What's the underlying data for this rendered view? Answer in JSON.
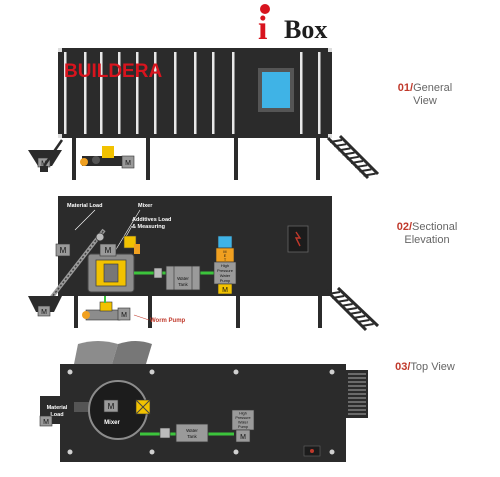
{
  "brand": {
    "letter": "i",
    "word": "Box",
    "accent_color": "#d8141e"
  },
  "views": [
    {
      "number": "01/",
      "line1": "General",
      "line2": "View"
    },
    {
      "number": "02/",
      "line1": "Sectional",
      "line2": "Elevation"
    },
    {
      "number": "03/",
      "line1": "Top View",
      "line2": ""
    }
  ],
  "container_logo": "BUILDERA",
  "motor_label": "M",
  "sectional_labels": {
    "material_load": "Material Load",
    "mixer": "Mixer",
    "additives_line1": "Additives Load",
    "additives_line2": "& Measuring",
    "water_tank_line1": "Water",
    "water_tank_line2": "Tank",
    "pump_line1": "High",
    "pump_line2": "Pressure",
    "pump_line3": "Water",
    "pump_line4": "Pump",
    "worm_pump": "Worm Pump",
    "meter_line1": "M",
    "meter_line2": "E",
    "meter_line3": "T"
  },
  "top_labels": {
    "material_line1": "Material",
    "material_line2": "Load",
    "mixer": "Mixer",
    "water_tank_line1": "Water",
    "water_tank_line2": "Tank",
    "pump_line1": "High",
    "pump_line2": "Pressure",
    "pump_line3": "Water",
    "pump_line4": "Pump"
  },
  "colors": {
    "container": "#2b2b2b",
    "container_dark": "#1c1c1c",
    "rib": "#ffffff",
    "window": "#3fb3e6",
    "pipe": "#3cc43c",
    "motor": "#9a9a9a",
    "yellow": "#f2c200",
    "orange": "#f0a020",
    "red": "#c0392b"
  }
}
